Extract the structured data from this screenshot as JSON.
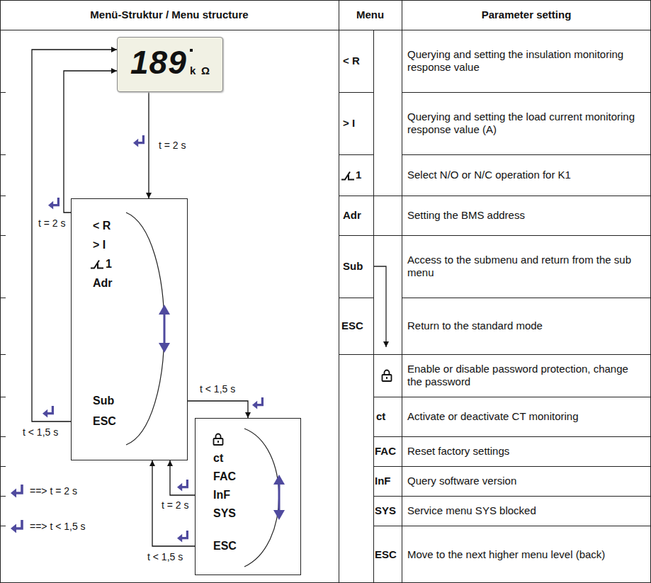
{
  "diagram": {
    "nodes": [
      {
        "text": [
          "189",
          "k",
          "Ω"
        ]
      },
      {
        "text": [
          "< R",
          "> I",
          "1",
          "Adr",
          "Sub",
          "ESC"
        ]
      },
      {
        "text": [
          "ct",
          "FAC",
          "InF",
          "SYS",
          "ESC"
        ]
      }
    ],
    "edges": [
      {
        "from": 0,
        "to": 1,
        "arrow": "to",
        "label": "t = 2 s"
      },
      {
        "from": 1,
        "to": 0,
        "arrow": "to",
        "label": "t = 2 s"
      },
      {
        "from": 1,
        "to": 0,
        "arrow": "to",
        "label": "t < 1,5 s"
      },
      {
        "from": 1,
        "to": 2,
        "arrow": "to",
        "label": "t < 1,5 s"
      },
      {
        "from": 2,
        "to": 1,
        "arrow": "to",
        "label": "t = 2 s"
      },
      {
        "from": 2,
        "to": 1,
        "arrow": "to",
        "label": "t < 1,5 s"
      }
    ],
    "labels": [
      "Menü-Struktur / Menu structure",
      "Menu",
      "Parameter setting",
      "< R",
      "Querying and setting the insulation monitoring response value",
      "> I",
      "Querying and setting the load current monitoring response value (A)",
      "1",
      "Select N/O or N/C operation for K1",
      "Adr",
      "Setting the BMS address",
      "Sub",
      "Access to the submenu and return from the sub menu",
      "ESC",
      "Return to the standard mode",
      "Enable or disable password protection, change the password",
      "ct",
      "Activate or deactivate CT monitoring",
      "FAC",
      "Reset factory settings",
      "InF",
      "Query software version",
      "SYS",
      "Service menu SYS blocked",
      "ESC",
      "Move to the next higher menu level (back)"
    ],
    "legend": [
      {
        "text": "==> t = 2 s"
      },
      {
        "text": "==> t < 1,5 s"
      }
    ]
  }
}
